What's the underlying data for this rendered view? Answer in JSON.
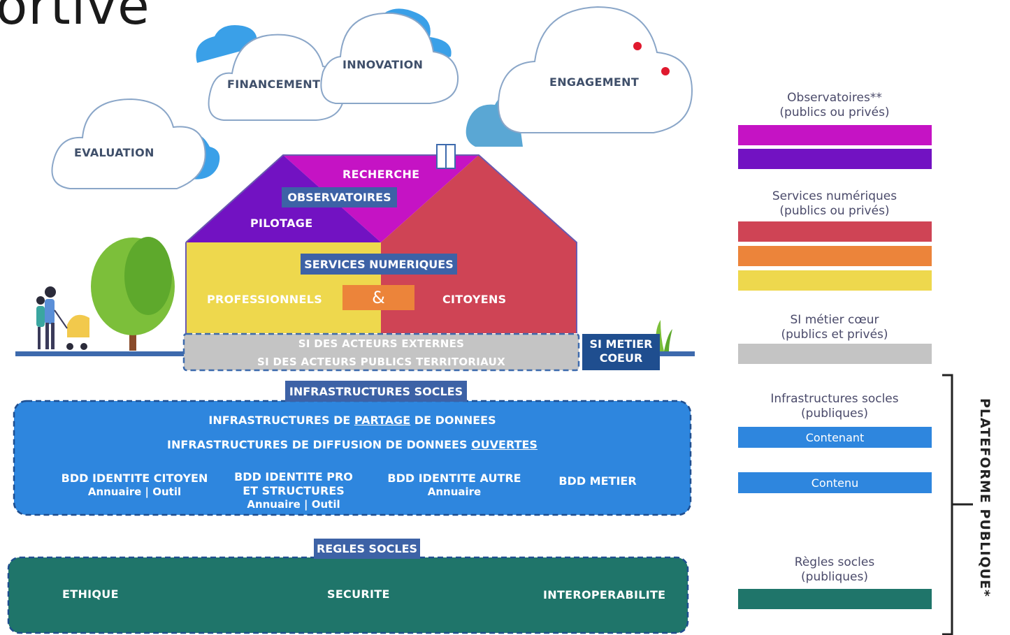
{
  "title_fragment": "ortive",
  "clouds": {
    "evaluation": "EVALUATION",
    "financement": "FINANCEMENT",
    "innovation": "INNOVATION",
    "engagement": "ENGAGEMENT"
  },
  "house": {
    "recherche": "RECHERCHE",
    "observatoires": "OBSERVATOIRES",
    "pilotage": "PILOTAGE",
    "services_numeriques": "SERVICES NUMERIQUES",
    "professionnels": "PROFESSIONNELS",
    "ampersand": "&",
    "citoyens": "CITOYENS",
    "si_acteurs_externes": "SI  DES ACTEURS EXTERNES",
    "si_acteurs_publics": "SI DES ACTEURS PUBLICS TERRITORIAUX",
    "si_metier_coeur_1": "SI METIER",
    "si_metier_coeur_2": "COEUR"
  },
  "infrastructures": {
    "header": "INFRASTRUCTURES SOCLES",
    "line1_pre": "INFRASTRUCTURES DE ",
    "line1_u": "PARTAGE",
    "line1_post": " DE DONNEES",
    "line2_pre": "INFRASTRUCTURES DE DIFFUSION DE DONNEES ",
    "line2_u": "OUVERTES",
    "bdd": [
      {
        "title": "BDD IDENTITE CITOYEN",
        "sub": "Annuaire | Outil"
      },
      {
        "title": "BDD IDENTITE PRO",
        "title2": "ET STRUCTURES",
        "sub": "Annuaire | Outil"
      },
      {
        "title": "BDD IDENTITE AUTRE",
        "sub": "Annuaire"
      },
      {
        "title": "BDD METIER"
      }
    ]
  },
  "regles": {
    "header": "REGLES SOCLES",
    "items": [
      "ETHIQUE",
      "SECURITE",
      "INTEROPERABILITE"
    ]
  },
  "legend": {
    "observatoires_title": "Observatoires**",
    "observatoires_sub": "(publics ou privés)",
    "services_title": "Services numériques",
    "services_sub": "(publics ou privés)",
    "si_title": "SI métier cœur",
    "si_sub": "(publics et privés)",
    "infra_title": "Infrastructures socles",
    "infra_sub": "(publiques)",
    "contenant": "Contenant",
    "contenu": "Contenu",
    "regles_title": "Règles socles",
    "regles_sub": "(publiques)",
    "plateforme": "PLATEFORME PUBLIQUE*"
  },
  "colors": {
    "magenta": "#c513c4",
    "purple": "#7212c2",
    "red": "#cf4455",
    "orange": "#ec843a",
    "yellow": "#eed84d",
    "grey": "#c4c4c4",
    "blue": "#2e86de",
    "navy": "#1f4e8f",
    "green": "#1f756a"
  }
}
